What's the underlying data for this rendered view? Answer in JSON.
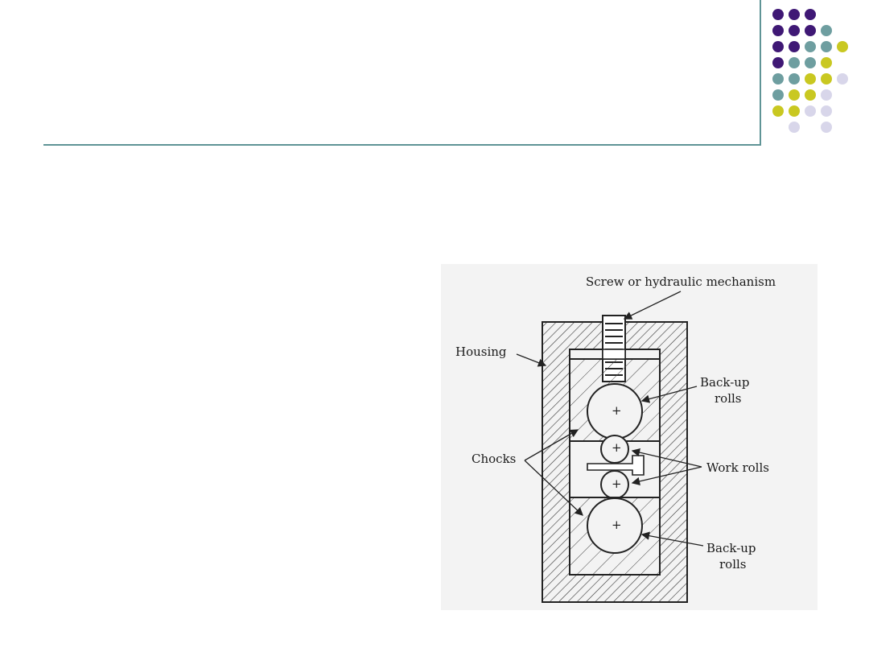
{
  "palette": {
    "purple": "#3f1875",
    "teal": "#6e9ea0",
    "olive": "#c9c821",
    "lavender": "#d8d6ea",
    "rule": "#5f9496"
  },
  "decor_dots": [
    [
      "purple",
      "purple",
      "purple",
      null,
      null
    ],
    [
      "purple",
      "purple",
      "purple",
      "teal",
      null
    ],
    [
      "purple",
      "purple",
      "teal",
      "teal",
      "olive"
    ],
    [
      "purple",
      "teal",
      "teal",
      "olive",
      null
    ],
    [
      "teal",
      "teal",
      "olive",
      "olive",
      "lavender"
    ],
    [
      "teal",
      "olive",
      "olive",
      "lavender",
      null
    ],
    [
      "olive",
      "olive",
      "lavender",
      "lavender",
      null
    ],
    [
      null,
      "lavender",
      null,
      "lavender",
      null
    ]
  ],
  "diagram": {
    "label_mechanism": "Screw or hydraulic mechanism",
    "label_housing": "Housing",
    "label_backup_top_1": "Back-up",
    "label_backup_top_2": "rolls",
    "label_chocks": "Chocks",
    "label_work_rolls": "Work rolls",
    "label_backup_bottom_1": "Back-up",
    "label_backup_bottom_2": "rolls"
  }
}
